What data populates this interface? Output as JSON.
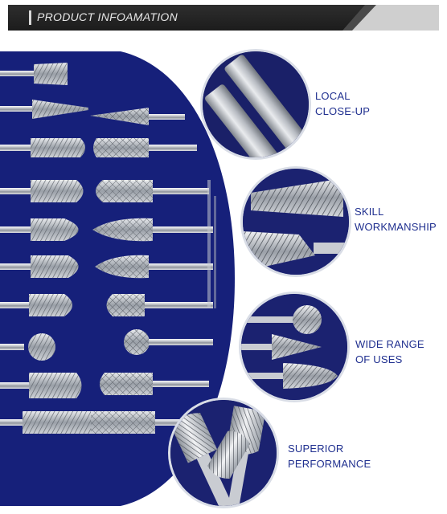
{
  "header": {
    "title": "PRODUCT INFOAMATION"
  },
  "colors": {
    "panel_blue": "#16207a",
    "label_blue": "#1f2f8f",
    "header_dark": "#252525"
  },
  "features": [
    {
      "line1": "LOCAL",
      "line2": "CLOSE-UP",
      "icon": "shank-closeup-icon"
    },
    {
      "line1": "SKILL",
      "line2": "WORKMANSHIP",
      "icon": "burr-cut-icon"
    },
    {
      "line1": "WIDE RANGE",
      "line2": "OF USES",
      "icon": "burr-set-icon"
    },
    {
      "line1": "SUPERIOR",
      "line2": "PERFORMANCE",
      "icon": "burr-cluster-icon"
    }
  ]
}
